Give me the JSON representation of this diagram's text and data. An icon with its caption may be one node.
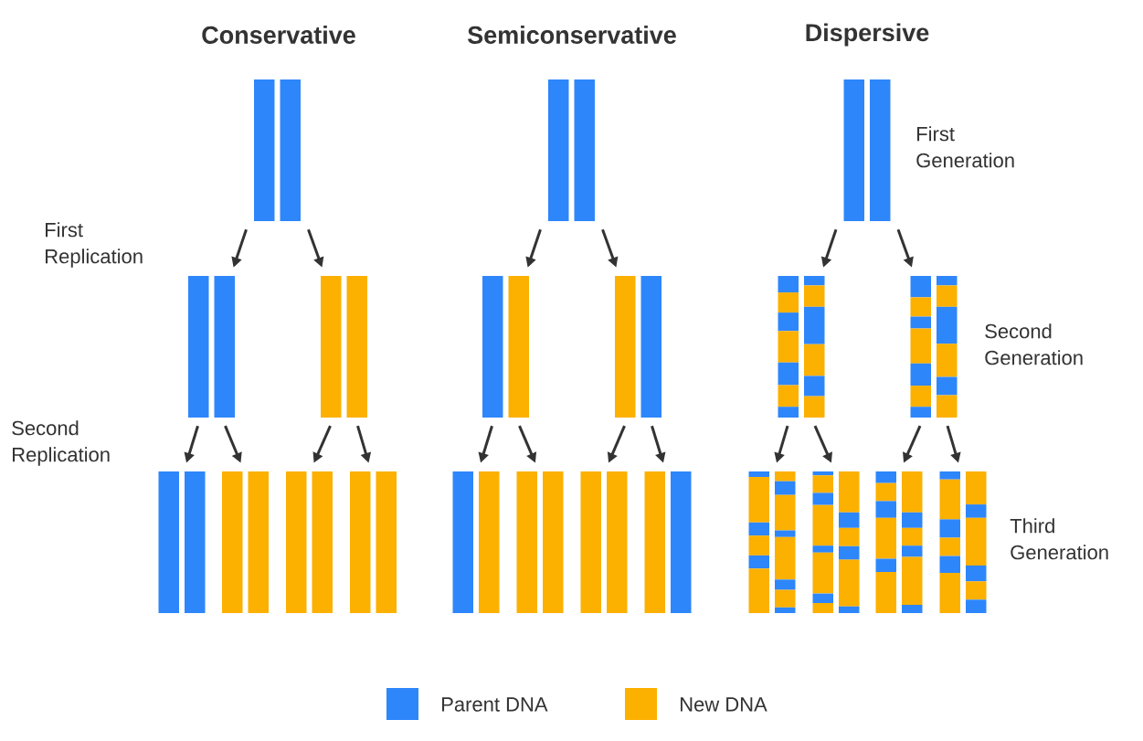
{
  "diagram": {
    "nodes": [
      {
        "text": [],
        "shape": "bar"
      },
      {
        "text": [],
        "shape": "bar"
      },
      {
        "text": [],
        "shape": "bar"
      },
      {
        "text": [],
        "shape": "bar"
      },
      {
        "text": [],
        "shape": "bar"
      },
      {
        "text": [],
        "shape": "bar"
      },
      {
        "text": [],
        "shape": "bar"
      },
      {
        "text": [],
        "shape": "bar"
      },
      {
        "text": [],
        "shape": "bar"
      },
      {
        "text": [],
        "shape": "bar"
      },
      {
        "text": [],
        "shape": "bar"
      },
      {
        "text": [],
        "shape": "bar"
      },
      {
        "text": [],
        "shape": "bar"
      },
      {
        "text": [],
        "shape": "bar"
      },
      {
        "text": [],
        "shape": "bar"
      },
      {
        "text": [],
        "shape": "bar"
      },
      {
        "text": [],
        "shape": "bar"
      },
      {
        "text": [],
        "shape": "bar"
      },
      {
        "text": [],
        "shape": "bar"
      },
      {
        "text": [],
        "shape": "bar"
      },
      {
        "text": [],
        "shape": "bar"
      }
    ],
    "edges": [
      {
        "from": 0,
        "to": 3,
        "arrow": "to"
      },
      {
        "from": 0,
        "to": 4,
        "arrow": "to"
      },
      {
        "from": 1,
        "to": 5,
        "arrow": "to"
      },
      {
        "from": 1,
        "to": 6,
        "arrow": "to"
      },
      {
        "from": 2,
        "to": 7,
        "arrow": "to"
      },
      {
        "from": 2,
        "to": 8,
        "arrow": "to"
      },
      {
        "from": 3,
        "to": 9,
        "arrow": "to"
      },
      {
        "from": 3,
        "to": 10,
        "arrow": "to"
      },
      {
        "from": 4,
        "to": 11,
        "arrow": "to"
      },
      {
        "from": 4,
        "to": 12,
        "arrow": "to"
      },
      {
        "from": 5,
        "to": 13,
        "arrow": "to"
      },
      {
        "from": 5,
        "to": 14,
        "arrow": "to"
      },
      {
        "from": 6,
        "to": 15,
        "arrow": "to"
      },
      {
        "from": 6,
        "to": 16,
        "arrow": "to"
      },
      {
        "from": 7,
        "to": 17,
        "arrow": "to"
      },
      {
        "from": 7,
        "to": 18,
        "arrow": "to"
      },
      {
        "from": 8,
        "to": 19,
        "arrow": "to"
      },
      {
        "from": 8,
        "to": 20,
        "arrow": "to"
      }
    ],
    "labels": [
      "Conservative",
      "Semiconservative",
      "Dispersive",
      "First Generation",
      "First Replication",
      "Second Generation",
      "Second Replication",
      "Third Generation"
    ],
    "legend": [
      {
        "text": "Parent DNA",
        "color": "#2e86fb"
      },
      {
        "text": "New DNA",
        "color": "#fcb000"
      }
    ]
  }
}
